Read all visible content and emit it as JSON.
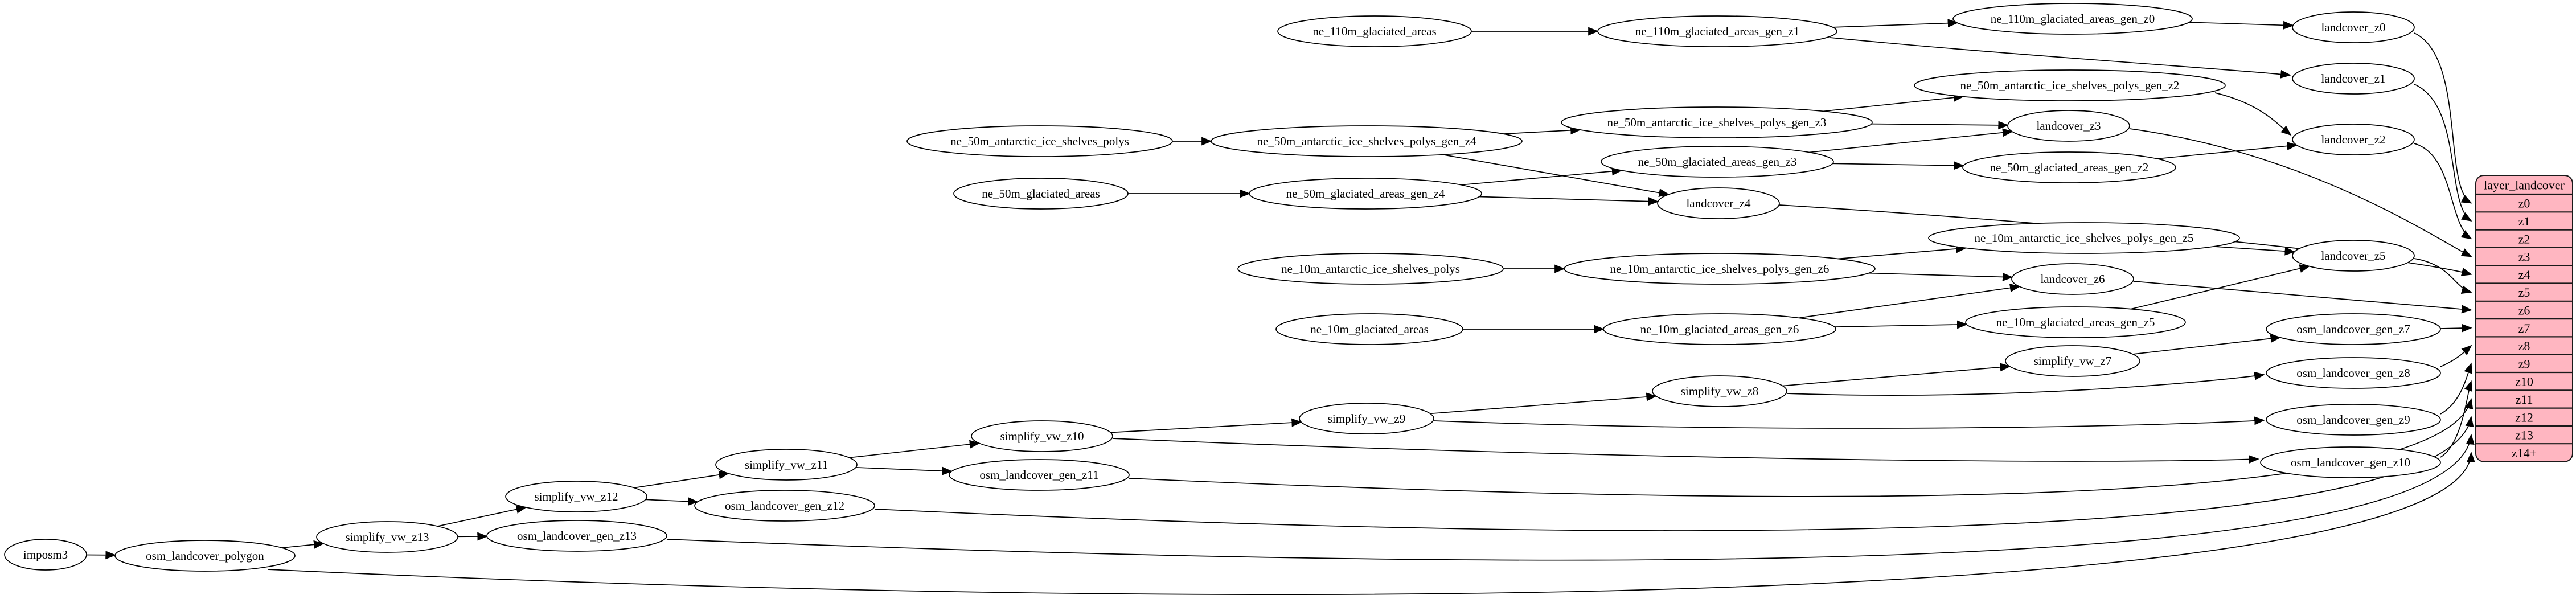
{
  "diagram": {
    "background": "#ffffff",
    "edge_color": "#000000",
    "node_fill": "#ffffff",
    "node_stroke": "#000000",
    "text_color": "#000000"
  },
  "nodes": [
    {
      "id": "ne_110m_glaciated_areas",
      "label": "ne_110m_glaciated_areas"
    },
    {
      "id": "ne_110m_glaciated_areas_gen_z1",
      "label": "ne_110m_glaciated_areas_gen_z1"
    },
    {
      "id": "ne_110m_glaciated_areas_gen_z0",
      "label": "ne_110m_glaciated_areas_gen_z0"
    },
    {
      "id": "landcover_z0",
      "label": "landcover_z0"
    },
    {
      "id": "landcover_z1",
      "label": "landcover_z1"
    },
    {
      "id": "ne_50m_antarctic_ice_shelves_polys",
      "label": "ne_50m_antarctic_ice_shelves_polys"
    },
    {
      "id": "ne_50m_antarctic_ice_shelves_polys_gen_z4",
      "label": "ne_50m_antarctic_ice_shelves_polys_gen_z4"
    },
    {
      "id": "ne_50m_antarctic_ice_shelves_polys_gen_z3",
      "label": "ne_50m_antarctic_ice_shelves_polys_gen_z3"
    },
    {
      "id": "ne_50m_antarctic_ice_shelves_polys_gen_z2",
      "label": "ne_50m_antarctic_ice_shelves_polys_gen_z2"
    },
    {
      "id": "landcover_z2",
      "label": "landcover_z2"
    },
    {
      "id": "landcover_z3",
      "label": "landcover_z3"
    },
    {
      "id": "ne_50m_glaciated_areas",
      "label": "ne_50m_glaciated_areas"
    },
    {
      "id": "ne_50m_glaciated_areas_gen_z4",
      "label": "ne_50m_glaciated_areas_gen_z4"
    },
    {
      "id": "ne_50m_glaciated_areas_gen_z3",
      "label": "ne_50m_glaciated_areas_gen_z3"
    },
    {
      "id": "ne_50m_glaciated_areas_gen_z2",
      "label": "ne_50m_glaciated_areas_gen_z2"
    },
    {
      "id": "landcover_z4",
      "label": "landcover_z4"
    },
    {
      "id": "ne_10m_antarctic_ice_shelves_polys",
      "label": "ne_10m_antarctic_ice_shelves_polys"
    },
    {
      "id": "ne_10m_antarctic_ice_shelves_polys_gen_z6",
      "label": "ne_10m_antarctic_ice_shelves_polys_gen_z6"
    },
    {
      "id": "ne_10m_antarctic_ice_shelves_polys_gen_z5",
      "label": "ne_10m_antarctic_ice_shelves_polys_gen_z5"
    },
    {
      "id": "landcover_z6",
      "label": "landcover_z6"
    },
    {
      "id": "landcover_z5",
      "label": "landcover_z5"
    },
    {
      "id": "ne_10m_glaciated_areas",
      "label": "ne_10m_glaciated_areas"
    },
    {
      "id": "ne_10m_glaciated_areas_gen_z6",
      "label": "ne_10m_glaciated_areas_gen_z6"
    },
    {
      "id": "ne_10m_glaciated_areas_gen_z5",
      "label": "ne_10m_glaciated_areas_gen_z5"
    },
    {
      "id": "imposm3",
      "label": "imposm3"
    },
    {
      "id": "osm_landcover_polygon",
      "label": "osm_landcover_polygon"
    },
    {
      "id": "simplify_vw_z13",
      "label": "simplify_vw_z13"
    },
    {
      "id": "osm_landcover_gen_z13",
      "label": "osm_landcover_gen_z13"
    },
    {
      "id": "simplify_vw_z12",
      "label": "simplify_vw_z12"
    },
    {
      "id": "osm_landcover_gen_z12",
      "label": "osm_landcover_gen_z12"
    },
    {
      "id": "simplify_vw_z11",
      "label": "simplify_vw_z11"
    },
    {
      "id": "osm_landcover_gen_z11",
      "label": "osm_landcover_gen_z11"
    },
    {
      "id": "simplify_vw_z10",
      "label": "simplify_vw_z10"
    },
    {
      "id": "simplify_vw_z9",
      "label": "simplify_vw_z9"
    },
    {
      "id": "simplify_vw_z8",
      "label": "simplify_vw_z8"
    },
    {
      "id": "simplify_vw_z7",
      "label": "simplify_vw_z7"
    },
    {
      "id": "osm_landcover_gen_z7",
      "label": "osm_landcover_gen_z7"
    },
    {
      "id": "osm_landcover_gen_z8",
      "label": "osm_landcover_gen_z8"
    },
    {
      "id": "osm_landcover_gen_z9",
      "label": "osm_landcover_gen_z9"
    },
    {
      "id": "osm_landcover_gen_z10",
      "label": "osm_landcover_gen_z10"
    }
  ],
  "edges": [
    {
      "from": "ne_110m_glaciated_areas",
      "to": "ne_110m_glaciated_areas_gen_z1"
    },
    {
      "from": "ne_110m_glaciated_areas_gen_z1",
      "to": "ne_110m_glaciated_areas_gen_z0"
    },
    {
      "from": "ne_110m_glaciated_areas_gen_z1",
      "to": "landcover_z1"
    },
    {
      "from": "ne_110m_glaciated_areas_gen_z0",
      "to": "landcover_z0"
    },
    {
      "from": "ne_50m_antarctic_ice_shelves_polys",
      "to": "ne_50m_antarctic_ice_shelves_polys_gen_z4"
    },
    {
      "from": "ne_50m_antarctic_ice_shelves_polys_gen_z4",
      "to": "ne_50m_antarctic_ice_shelves_polys_gen_z3"
    },
    {
      "from": "ne_50m_antarctic_ice_shelves_polys_gen_z4",
      "to": "landcover_z4"
    },
    {
      "from": "ne_50m_antarctic_ice_shelves_polys_gen_z3",
      "to": "ne_50m_antarctic_ice_shelves_polys_gen_z2"
    },
    {
      "from": "ne_50m_antarctic_ice_shelves_polys_gen_z3",
      "to": "landcover_z3"
    },
    {
      "from": "ne_50m_antarctic_ice_shelves_polys_gen_z2",
      "to": "landcover_z2"
    },
    {
      "from": "ne_50m_glaciated_areas",
      "to": "ne_50m_glaciated_areas_gen_z4"
    },
    {
      "from": "ne_50m_glaciated_areas_gen_z4",
      "to": "ne_50m_glaciated_areas_gen_z3"
    },
    {
      "from": "ne_50m_glaciated_areas_gen_z4",
      "to": "landcover_z4"
    },
    {
      "from": "ne_50m_glaciated_areas_gen_z3",
      "to": "ne_50m_glaciated_areas_gen_z2"
    },
    {
      "from": "ne_50m_glaciated_areas_gen_z3",
      "to": "landcover_z3"
    },
    {
      "from": "ne_50m_glaciated_areas_gen_z2",
      "to": "landcover_z2"
    },
    {
      "from": "ne_10m_antarctic_ice_shelves_polys",
      "to": "ne_10m_antarctic_ice_shelves_polys_gen_z6"
    },
    {
      "from": "ne_10m_antarctic_ice_shelves_polys_gen_z6",
      "to": "ne_10m_antarctic_ice_shelves_polys_gen_z5"
    },
    {
      "from": "ne_10m_antarctic_ice_shelves_polys_gen_z6",
      "to": "landcover_z6"
    },
    {
      "from": "ne_10m_antarctic_ice_shelves_polys_gen_z5",
      "to": "landcover_z5"
    },
    {
      "from": "ne_10m_glaciated_areas",
      "to": "ne_10m_glaciated_areas_gen_z6"
    },
    {
      "from": "ne_10m_glaciated_areas_gen_z6",
      "to": "ne_10m_glaciated_areas_gen_z5"
    },
    {
      "from": "ne_10m_glaciated_areas_gen_z6",
      "to": "landcover_z6"
    },
    {
      "from": "ne_10m_glaciated_areas_gen_z5",
      "to": "landcover_z5"
    },
    {
      "from": "imposm3",
      "to": "osm_landcover_polygon"
    },
    {
      "from": "osm_landcover_polygon",
      "to": "simplify_vw_z13"
    },
    {
      "from": "simplify_vw_z13",
      "to": "osm_landcover_gen_z13"
    },
    {
      "from": "simplify_vw_z13",
      "to": "simplify_vw_z12"
    },
    {
      "from": "simplify_vw_z12",
      "to": "simplify_vw_z11"
    },
    {
      "from": "simplify_vw_z12",
      "to": "osm_landcover_gen_z12"
    },
    {
      "from": "simplify_vw_z11",
      "to": "simplify_vw_z10"
    },
    {
      "from": "simplify_vw_z11",
      "to": "osm_landcover_gen_z11"
    },
    {
      "from": "simplify_vw_z10",
      "to": "simplify_vw_z9"
    },
    {
      "from": "simplify_vw_z10",
      "to": "osm_landcover_gen_z10"
    },
    {
      "from": "simplify_vw_z9",
      "to": "simplify_vw_z8"
    },
    {
      "from": "simplify_vw_z9",
      "to": "osm_landcover_gen_z9"
    },
    {
      "from": "simplify_vw_z8",
      "to": "simplify_vw_z7"
    },
    {
      "from": "simplify_vw_z8",
      "to": "osm_landcover_gen_z8"
    },
    {
      "from": "simplify_vw_z7",
      "to": "osm_landcover_gen_z7"
    }
  ],
  "table": {
    "title": "layer_landcover",
    "rows": [
      "z0",
      "z1",
      "z2",
      "z3",
      "z4",
      "z5",
      "z6",
      "z7",
      "z8",
      "z9",
      "z10",
      "z11",
      "z12",
      "z13",
      "z14+"
    ],
    "fill": "#ffb6c1",
    "stroke": "#1a1a1a"
  },
  "table_edges": [
    {
      "from": "landcover_z0",
      "to_row": "z0"
    },
    {
      "from": "landcover_z1",
      "to_row": "z1"
    },
    {
      "from": "landcover_z2",
      "to_row": "z2"
    },
    {
      "from": "landcover_z3",
      "to_row": "z3"
    },
    {
      "from": "landcover_z4",
      "to_row": "z4"
    },
    {
      "from": "landcover_z5",
      "to_row": "z5"
    },
    {
      "from": "landcover_z6",
      "to_row": "z6"
    },
    {
      "from": "osm_landcover_gen_z7",
      "to_row": "z7"
    },
    {
      "from": "osm_landcover_gen_z8",
      "to_row": "z8"
    },
    {
      "from": "osm_landcover_gen_z9",
      "to_row": "z9"
    },
    {
      "from": "osm_landcover_gen_z10",
      "to_row": "z10"
    },
    {
      "from": "osm_landcover_gen_z11",
      "to_row": "z11"
    },
    {
      "from": "osm_landcover_gen_z12",
      "to_row": "z12"
    },
    {
      "from": "osm_landcover_gen_z13",
      "to_row": "z13"
    },
    {
      "from": "osm_landcover_polygon",
      "to_row": "z14+"
    }
  ]
}
